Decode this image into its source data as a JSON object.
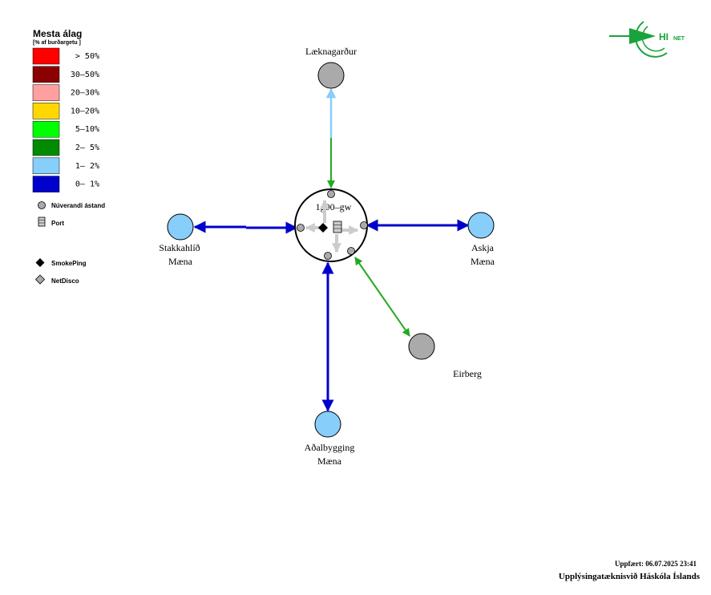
{
  "legend": {
    "title": "Mesta álag",
    "subtitle": "[% af burðargetu ]",
    "items": [
      {
        "label": "> 50%",
        "color": "#ff0000"
      },
      {
        "label": "30–50%",
        "color": "#8b0000"
      },
      {
        "label": "20–30%",
        "color": "#ffa0a0"
      },
      {
        "label": "10–20%",
        "color": "#ffd700"
      },
      {
        "label": "5–10%",
        "color": "#00ff00"
      },
      {
        "label": "2– 5%",
        "color": "#008b00"
      },
      {
        "label": "1– 2%",
        "color": "#87cefa"
      },
      {
        "label": "0– 1%",
        "color": "#0000cd"
      }
    ],
    "current_state": "Núverandi ástand",
    "port": "Port",
    "smokeping": "SmokePing",
    "netdisco": "NetDisco"
  },
  "logo": {
    "text_main": "HI",
    "text_sub": "NET",
    "color": "#1aa33a"
  },
  "center_node": {
    "label": "1g00–gw"
  },
  "nodes": {
    "laeknagardur": {
      "label": "Læknagarður",
      "color": "#aaaaaa"
    },
    "stakkahlid": {
      "line1": "Stakkahlíð",
      "line2": "Mæna",
      "color": "#87cefa"
    },
    "askja": {
      "line1": "Askja",
      "line2": "Mæna",
      "color": "#87cefa"
    },
    "eirberg": {
      "label": "Eirberg",
      "color": "#aaaaaa"
    },
    "adalbygging": {
      "line1": "Aðalbygging",
      "line2": "Mæna",
      "color": "#87cefa"
    }
  },
  "footer": {
    "updated": "Uppfært: 06.07.2025 23:41",
    "org": "Upplýsingatæknisvið Háskóla Íslands"
  },
  "colors": {
    "link_blue": "#0000cd",
    "link_light": "#87cefa",
    "link_green": "#22aa22",
    "node_grey": "#aaaaaa",
    "stub_grey": "#cccccc"
  }
}
